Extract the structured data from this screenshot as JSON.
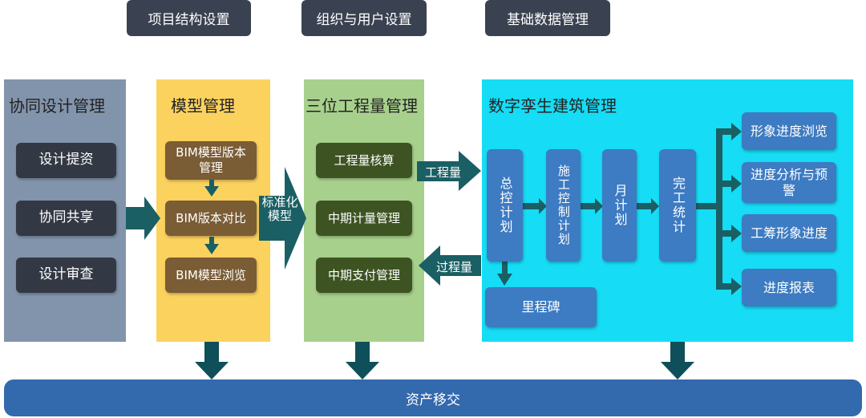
{
  "top_buttons": [
    "项目结构设置",
    "组织与用户设置",
    "基础数据管理"
  ],
  "panels": {
    "collab": {
      "title": "协同设计管理",
      "items": [
        "设计提资",
        "协同共享",
        "设计审查"
      ],
      "color": "#8294ab"
    },
    "model": {
      "title": "模型管理",
      "items": [
        "BIM模型版本管理",
        "BIM版本对比",
        "BIM模型浏览"
      ],
      "color": "#fcd25f"
    },
    "quantity": {
      "title": "三位工程量管理",
      "items": [
        "工程量核算",
        "中期计量管理",
        "中期支付管理"
      ],
      "color": "#a8d08d"
    },
    "twin": {
      "title": "数字孪生建筑管理",
      "plans": [
        "总控计划",
        "施工控制计划",
        "月计划",
        "完工统计"
      ],
      "milestone": "里程碑",
      "outputs": [
        "形象进度浏览",
        "进度分析与预警",
        "工筹形象进度",
        "进度报表"
      ],
      "color": "#16dcf5"
    }
  },
  "arrow_labels": {
    "standard_model": "标准化模型",
    "quantity": "工程量",
    "process_quantity": "过程量"
  },
  "bottom_bar": "资产移交",
  "colors": {
    "arrow": "#1a5f64",
    "dark_arrow": "#0f4f5a",
    "plan_box": "#3d7bc2"
  }
}
